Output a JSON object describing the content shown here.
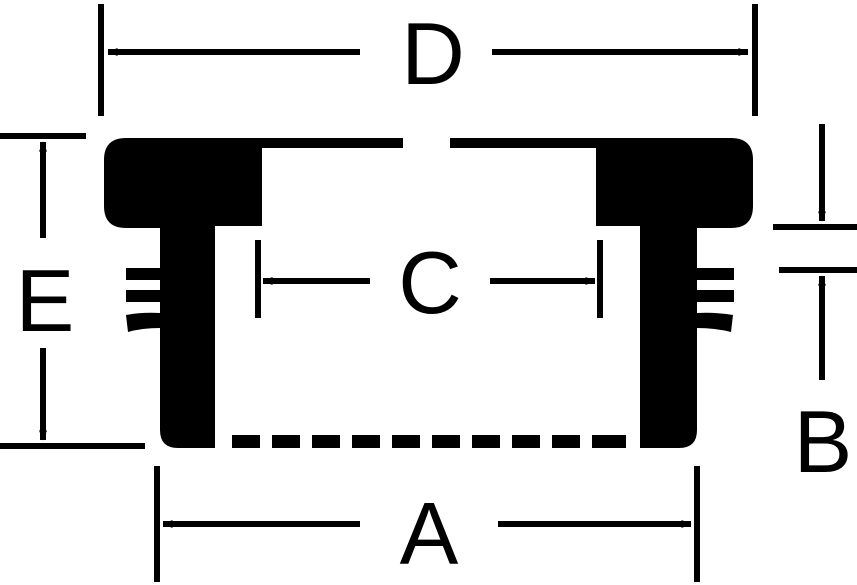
{
  "labels": {
    "d": "D",
    "c": "C",
    "e": "E",
    "b": "B",
    "a": "A"
  },
  "colors": {
    "ink": "#000000",
    "background": "#ffffff"
  }
}
